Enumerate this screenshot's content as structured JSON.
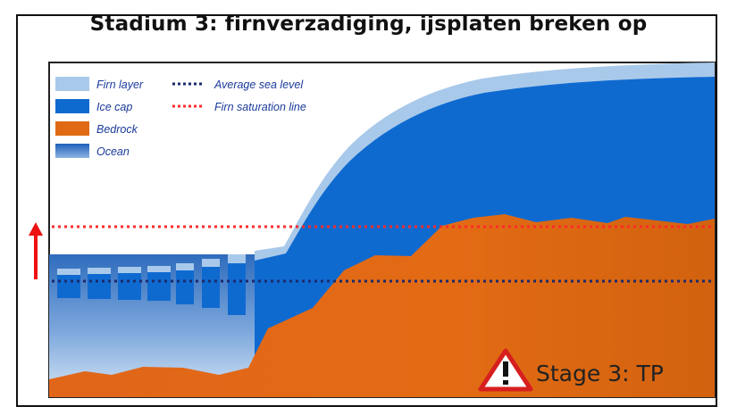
{
  "title": "Stadium 3: firnverzadiging, ijsplaten breken op",
  "legend": {
    "firn_layer": "Firn layer",
    "ice_cap": "Ice cap",
    "bedrock": "Bedrock",
    "ocean": "Ocean",
    "average_sea_level": "Average sea level",
    "firn_saturation_line": "Firn saturation line"
  },
  "stage_label": "Stage 3: TP",
  "colors": {
    "firn": "#a9c9ea",
    "ice": "#0f6ad0",
    "bedrock": "#e06a14",
    "ocean_top": "#2f6cbd",
    "ocean_bottom": "#cfe0f3",
    "sea_level_line": "#1b2a6b",
    "saturation_line": "#ff2b2b",
    "arrow": "#ee1111",
    "warning_border": "#d61f1f"
  },
  "icons": {
    "warning": "warning-triangle-icon",
    "arrow": "arrow-up-icon"
  }
}
